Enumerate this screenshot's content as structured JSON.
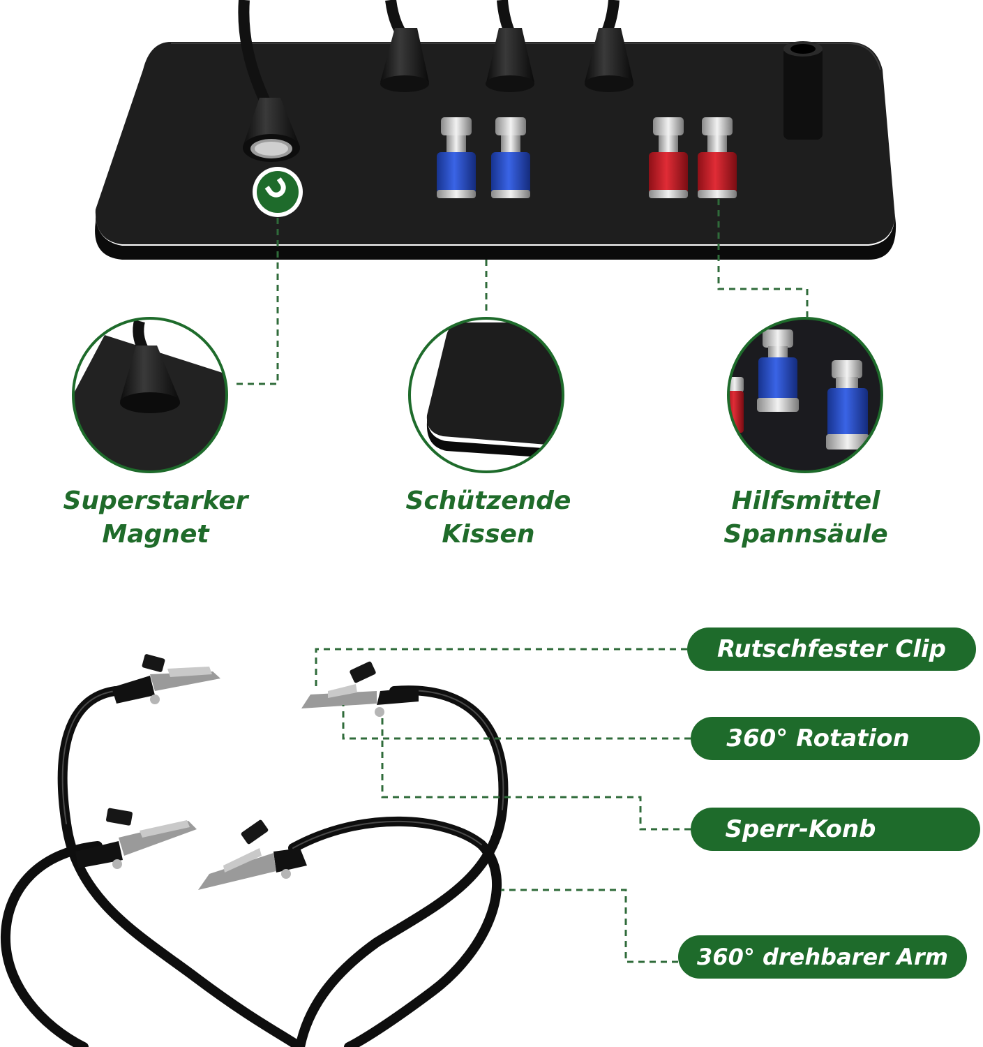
{
  "features": [
    {
      "caption_line1": "Superstarker",
      "caption_line2": "Magnet",
      "icon": "magnet-icon"
    },
    {
      "caption_line1": "Schützende",
      "caption_line2": "Kissen"
    },
    {
      "caption_line1": "Hilfsmittel",
      "caption_line2": "Spannsäule"
    }
  ],
  "callouts": [
    {
      "label": "Rutschfester Clip"
    },
    {
      "label": "360° Rotation"
    },
    {
      "label": "Sperr-Konb"
    },
    {
      "label": "360° drehbarer Arm"
    }
  ],
  "colors": {
    "brand_green": "#1e6b2b",
    "base_black": "#1e1e1e",
    "pin_blue": "#1f47c8",
    "pin_red": "#c21c24",
    "clip_silver": "#c9c9c9"
  }
}
